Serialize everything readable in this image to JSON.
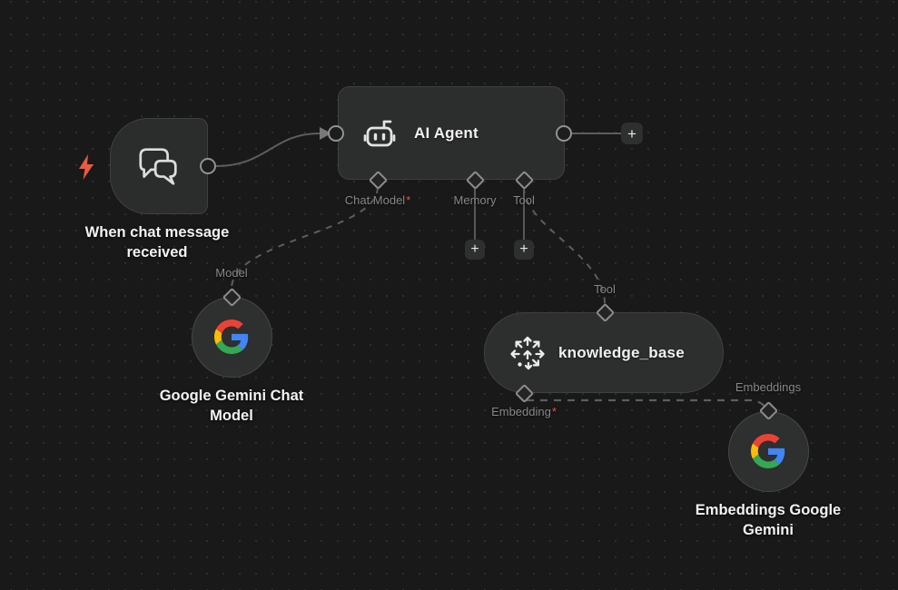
{
  "ui": {
    "plus": "+",
    "required_marker": "*"
  },
  "colors": {
    "canvas_bg": "#191919",
    "dot_grid": "#2e2e2e",
    "node_bg": "#2c2d2d",
    "node_border": "#404040",
    "wire": "#5d5d5d",
    "port_label": "#878787",
    "title_text": "#f1f1f1",
    "required_red": "#ef5350",
    "trigger_bolt": "#e45c44",
    "google_blue": "#4285F4",
    "google_green": "#34A853",
    "google_yellow": "#FBBC05",
    "google_red": "#EA4335"
  },
  "nodes": {
    "trigger": {
      "label": "When chat message received",
      "icon": "chat-bubbles-icon"
    },
    "agent": {
      "title": "AI Agent",
      "icon": "robot-icon",
      "ports": [
        {
          "label": "Chat Model",
          "required": true
        },
        {
          "label": "Memory",
          "required": false
        },
        {
          "label": "Tool",
          "required": false
        }
      ]
    },
    "chat_model": {
      "label": "Google Gemini Chat Model",
      "port_label": "Model",
      "icon": "google-logo-icon"
    },
    "knowledge_base": {
      "title": "knowledge_base",
      "icon": "vector-store-icon",
      "tool_port_label": "Tool",
      "embedding_port_label": "Embedding",
      "embedding_required": true
    },
    "embeddings": {
      "label": "Embeddings Google Gemini",
      "port_label": "Embeddings",
      "icon": "google-logo-icon"
    }
  }
}
